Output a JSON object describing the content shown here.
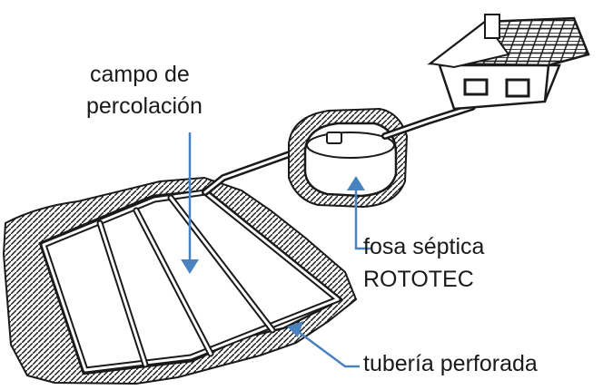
{
  "labels": {
    "campo_line1": "campo de",
    "campo_line2": "percolación",
    "fosa_line1": "fosa séptica",
    "fosa_line2": "ROTOTEC",
    "tuberia": "tubería perforada"
  },
  "colors": {
    "ink": "#1a1a1a",
    "leader": "#4a82c0"
  },
  "icons": [
    "house-icon",
    "septic-tank-icon",
    "percolation-field-icon"
  ]
}
